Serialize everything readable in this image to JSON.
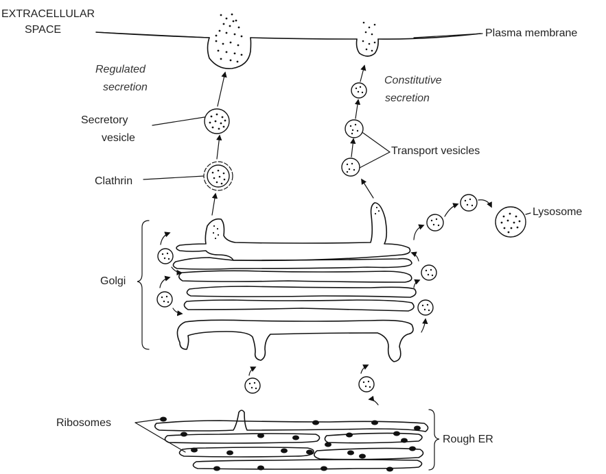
{
  "labels": {
    "extracellular_line1": "EXTRACELLULAR",
    "extracellular_line2": "SPACE",
    "plasma_membrane": "Plasma membrane",
    "regulated_line1": "Regulated",
    "regulated_line2": "secretion",
    "constitutive_line1": "Constitutive",
    "constitutive_line2": "secretion",
    "secretory_line1": "Secretory",
    "secretory_line2": "vesicle",
    "clathrin": "Clathrin",
    "transport_vesicles": "Transport vesicles",
    "lysosome": "Lysosome",
    "golgi": "Golgi",
    "ribosomes": "Ribosomes",
    "rough_er": "Rough ER"
  },
  "colors": {
    "ink": "#111111",
    "background": "#ffffff"
  }
}
